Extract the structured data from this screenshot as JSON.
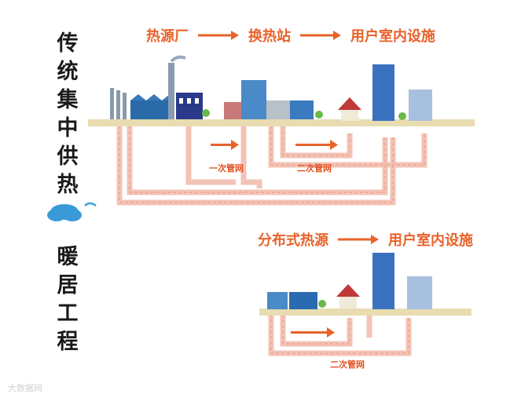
{
  "title_top": [
    "传",
    "统",
    "集",
    "中",
    "供",
    "热"
  ],
  "title_bottom": [
    "暖",
    "居",
    "工",
    "程"
  ],
  "flow_top": {
    "step1": "热源厂",
    "step2": "换热站",
    "step3": "用户室内设施"
  },
  "flow_bottom": {
    "step1": "分布式热源",
    "step2": "用户室内设施"
  },
  "labels": {
    "primary_net": "一次管网",
    "secondary_net": "二次管网",
    "secondary_net_bottom": "二次管网"
  },
  "watermark": "大数据网",
  "colors": {
    "accent": "#e8622a",
    "pipe": "#f0b8a8",
    "ground": "#e8dcb0"
  }
}
